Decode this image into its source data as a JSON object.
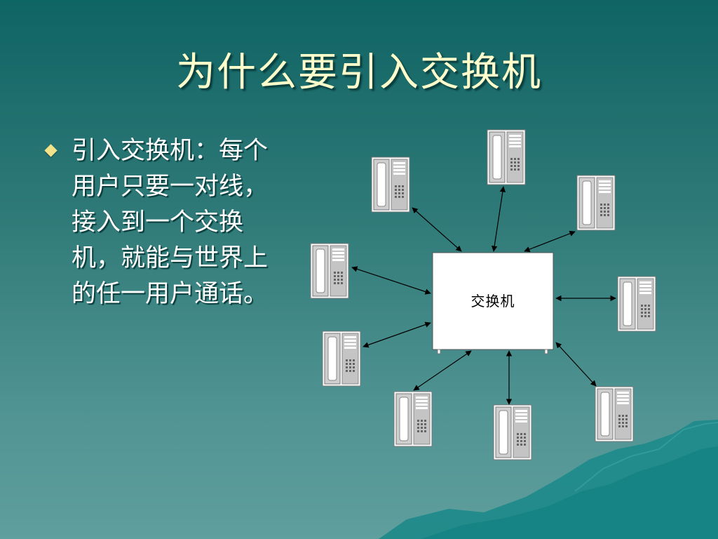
{
  "slide": {
    "title": "为什么要引入交换机",
    "bullet": "引入交换机：每个用户只要一对线，接入到一个交换机，就能与世界上的任一用户通话。"
  },
  "diagram": {
    "center_label": "交换机",
    "phone_icon": "telephone-icon",
    "phone_count": 9
  },
  "colors": {
    "title": "#ffffcc",
    "bullet_marker": "#f2e38a",
    "background_top": "#0f6464",
    "background_bottom": "#5f9f9d"
  }
}
